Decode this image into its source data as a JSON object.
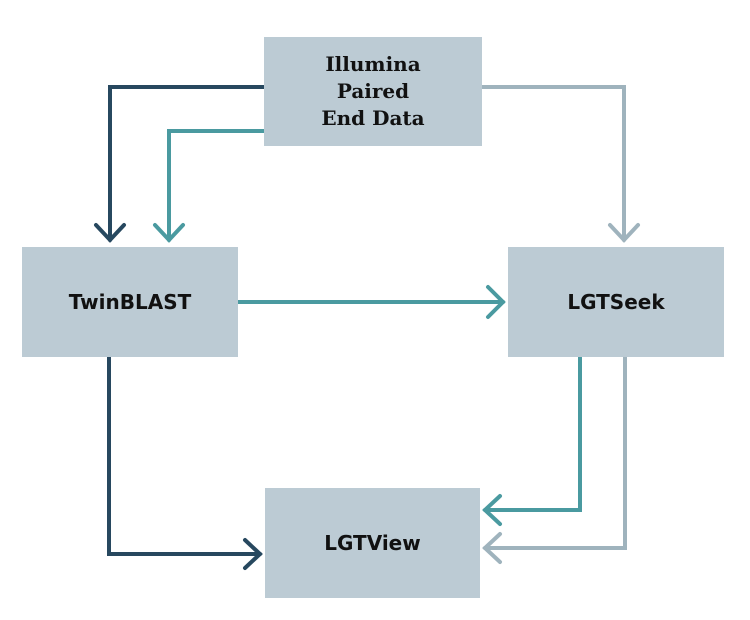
{
  "diagram": {
    "nodes": {
      "illumina": "Illumina\nPaired\nEnd Data",
      "twinblast": "TwinBLAST",
      "lgtseek": "LGTSeek",
      "lgtview": "LGTView"
    },
    "colors": {
      "node_fill": "#bccbd4",
      "dark_arrow": "#27485f",
      "teal_arrow": "#4a9aa0",
      "grey_arrow": "#9fb3bd"
    },
    "edges": [
      {
        "from": "illumina",
        "to": "twinblast",
        "color": "dark"
      },
      {
        "from": "illumina",
        "to": "twinblast",
        "color": "teal"
      },
      {
        "from": "illumina",
        "to": "lgtseek",
        "color": "grey"
      },
      {
        "from": "twinblast",
        "to": "lgtseek",
        "color": "teal"
      },
      {
        "from": "twinblast",
        "to": "lgtview",
        "color": "dark"
      },
      {
        "from": "lgtseek",
        "to": "lgtview",
        "color": "teal"
      },
      {
        "from": "lgtseek",
        "to": "lgtview",
        "color": "grey"
      }
    ]
  }
}
